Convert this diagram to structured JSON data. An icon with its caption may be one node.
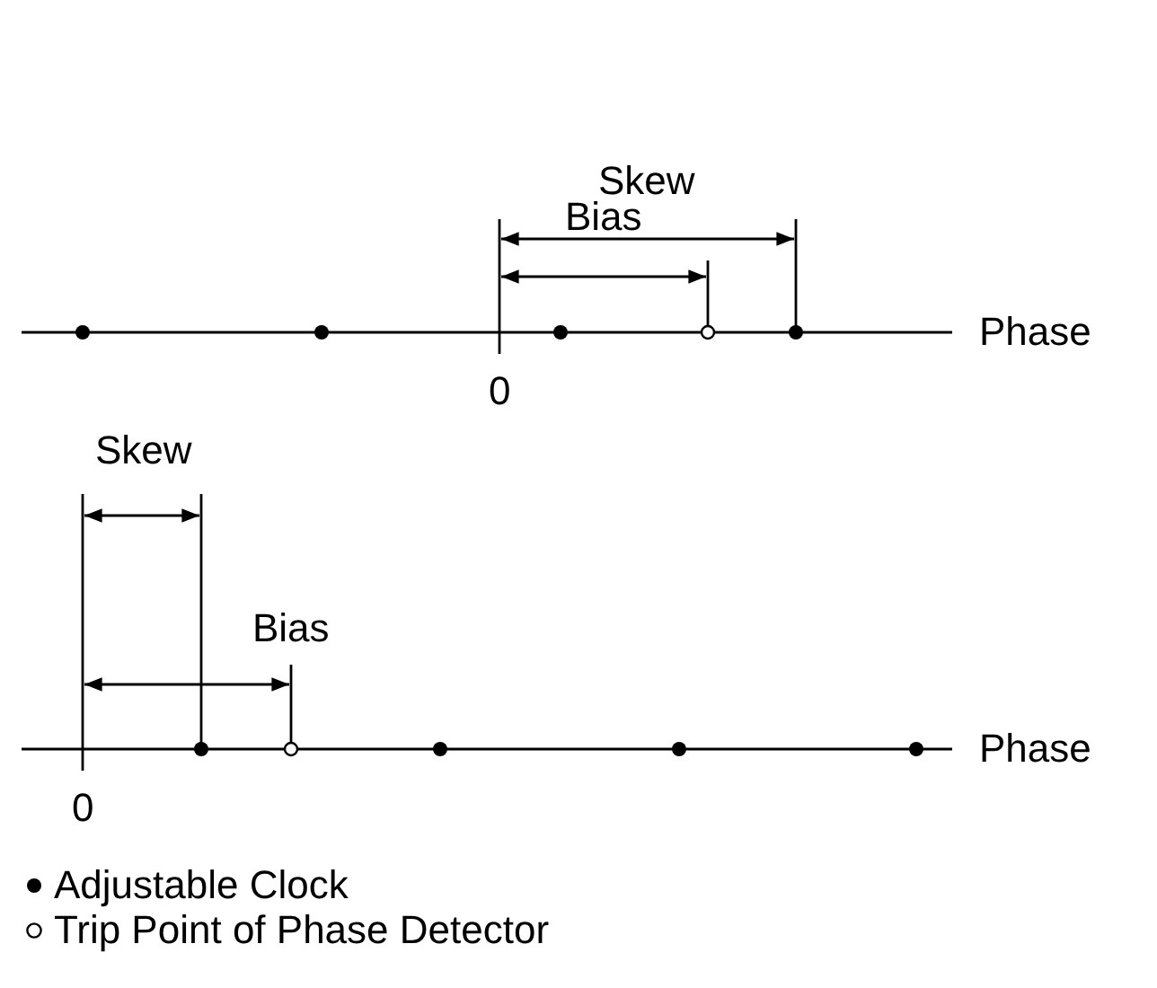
{
  "diagram": {
    "labels": [
      "Skew",
      "Bias",
      "Phase",
      "0",
      "Skew",
      "Bias",
      "Phase",
      "0"
    ],
    "legend": [
      {
        "text": "Adjustable Clock"
      },
      {
        "text": "Trip Point of Phase Detector"
      }
    ]
  }
}
